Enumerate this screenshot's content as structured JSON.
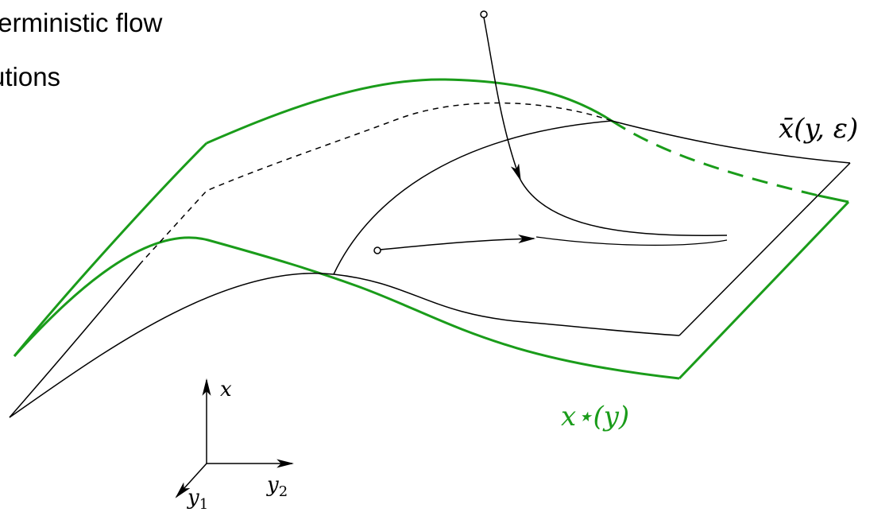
{
  "caption": {
    "line1": "terministic flow",
    "line2": "utions"
  },
  "labels": {
    "slow_manifold": "x̄(y, ε)",
    "critical_manifold": "x⋆(y)",
    "axis_x": "x",
    "axis_y1": "y",
    "axis_y1_sub": "1",
    "axis_y2": "y",
    "axis_y2_sub": "2"
  },
  "colors": {
    "critical_manifold": "#1a9c1a",
    "slow_manifold": "#000000",
    "background": "#ffffff"
  }
}
